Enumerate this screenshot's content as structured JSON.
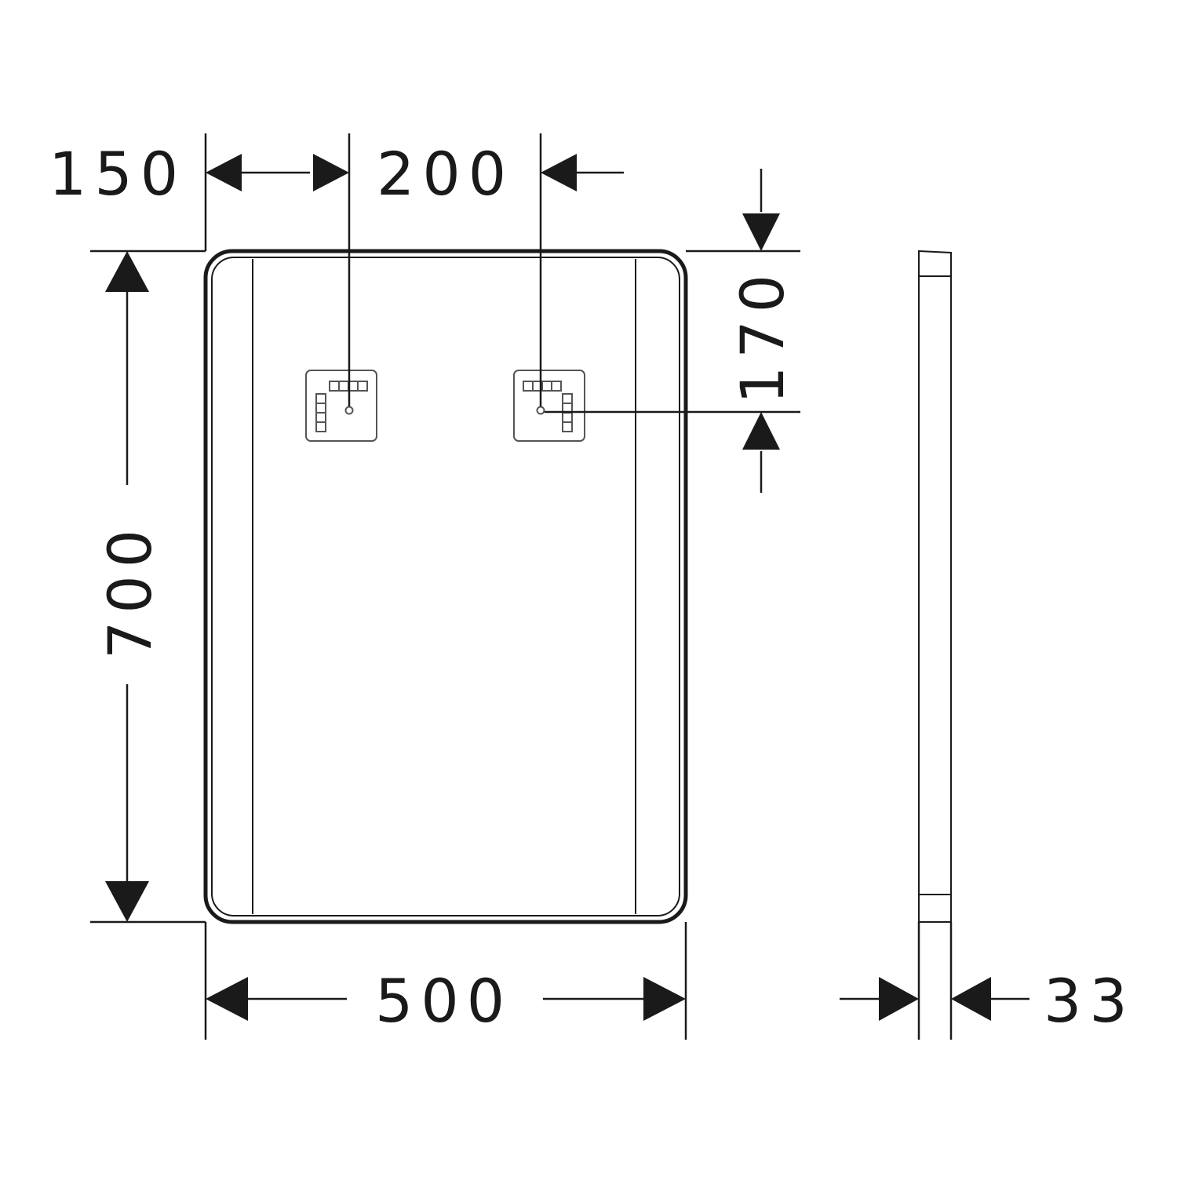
{
  "dimensions": {
    "left_offset": "150",
    "bracket_spacing": "200",
    "top_offset": "170",
    "height": "700",
    "width": "500",
    "depth": "33"
  }
}
